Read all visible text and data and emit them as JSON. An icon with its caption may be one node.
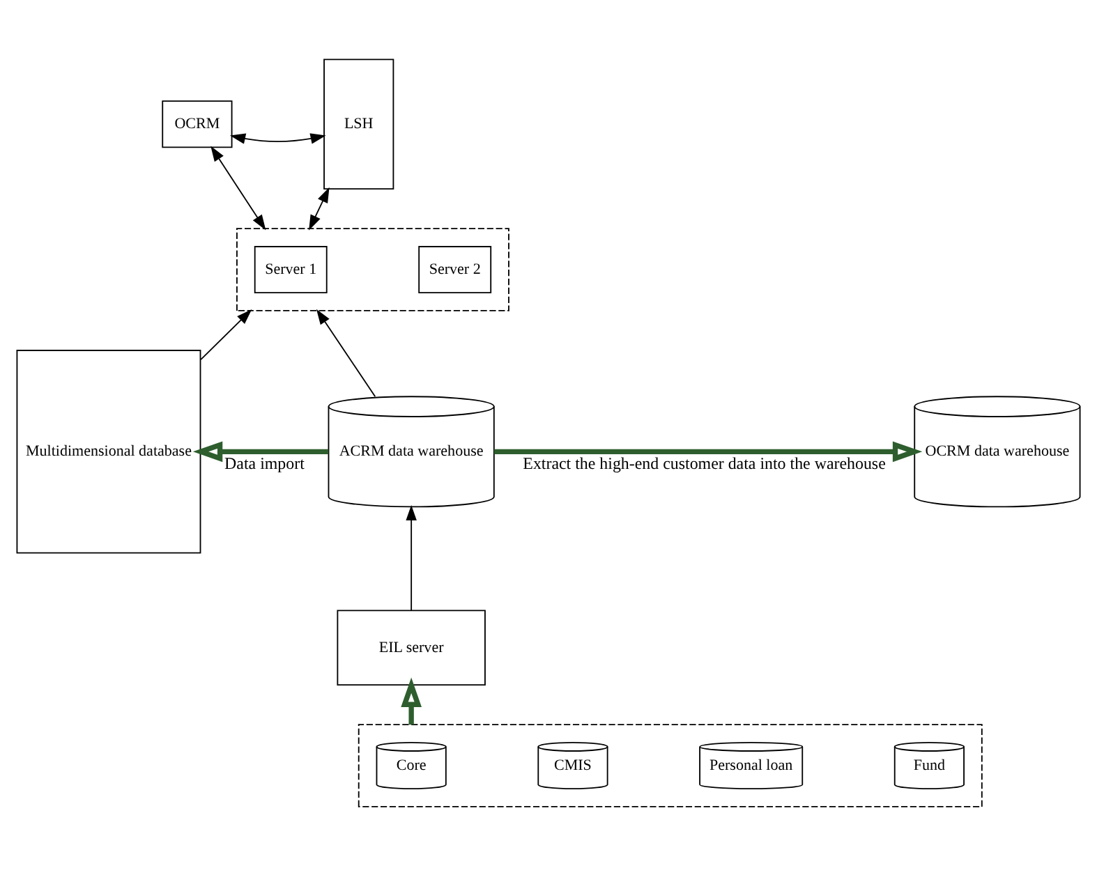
{
  "diagram": {
    "nodes": [
      {
        "text": [],
        "shape": "box"
      },
      {
        "text": [
          "Server 1"
        ],
        "in": 0
      },
      {
        "text": [
          "Server 2"
        ],
        "in": 0
      },
      {
        "text": [
          "OCRM"
        ]
      },
      {
        "text": [
          "LSH"
        ]
      },
      {
        "text": [
          "Multidimensional database"
        ]
      },
      {
        "text": [
          "ACRM data warehouse"
        ]
      },
      {
        "text": [
          "OCRM data warehouse"
        ]
      },
      {
        "text": [
          "EIL server"
        ]
      },
      {
        "text": [],
        "shape": "box"
      },
      {
        "text": [
          "Core"
        ],
        "in": 9
      },
      {
        "text": [
          "CMIS"
        ],
        "in": 9
      },
      {
        "text": [
          "Personal loan"
        ],
        "in": 9
      },
      {
        "text": [
          "Fund"
        ],
        "in": 9
      }
    ],
    "edges": [
      {
        "from": 0,
        "to": 3,
        "arrow": "both"
      },
      {
        "from": 3,
        "to": 4,
        "arrow": "both"
      },
      {
        "from": 0,
        "to": 4,
        "arrow": "both"
      },
      {
        "from": 5,
        "to": 0,
        "arrow": "to"
      },
      {
        "from": 6,
        "to": 0,
        "arrow": "to"
      },
      {
        "from": 6,
        "to": 5,
        "arrow": "to",
        "label": "Data import",
        "style": "thick",
        "color": "#2e5e2e"
      },
      {
        "from": 6,
        "to": 7,
        "arrow": "to",
        "label": "Extract the high-end customer data into the warehouse",
        "style": "thick",
        "color": "#2e5e2e"
      },
      {
        "from": 8,
        "to": 6,
        "arrow": "to"
      },
      {
        "from": 9,
        "to": 8,
        "arrow": "to",
        "style": "thick",
        "color": "#2e5e2e"
      }
    ]
  }
}
